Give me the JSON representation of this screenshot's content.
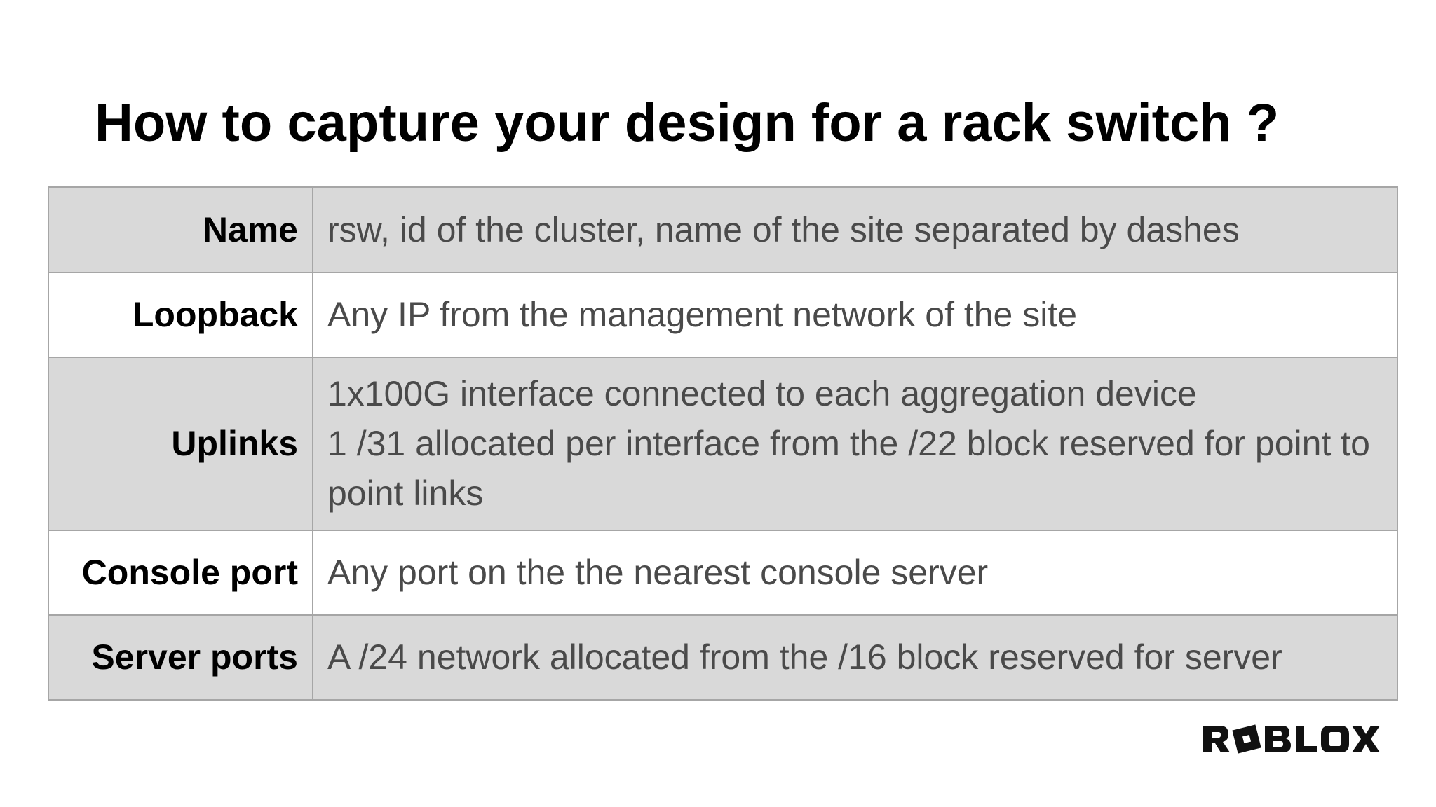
{
  "slide": {
    "title": "How to capture your design for a rack switch ?"
  },
  "colors": {
    "shaded_row": "#d9d9d9",
    "plain_row": "#ffffff",
    "border": "#a6a6a6",
    "label_text": "#000000",
    "value_text": "#4a4a4a"
  },
  "table": {
    "rows": [
      {
        "label": "Name",
        "lines": [
          "rsw, id of the cluster, name of the site separated by dashes"
        ],
        "shaded": true
      },
      {
        "label": "Loopback",
        "lines": [
          "Any IP from the management network of the site"
        ],
        "shaded": false
      },
      {
        "label": "Uplinks",
        "lines": [
          "1x100G interface connected to each aggregation device",
          "1 /31 allocated per interface from the /22 block reserved for point to point links"
        ],
        "shaded": true
      },
      {
        "label": "Console port",
        "lines": [
          "Any port on the the nearest console server"
        ],
        "shaded": false
      },
      {
        "label": "Server ports",
        "lines": [
          "A /24 network allocated from the /16 block reserved for server"
        ],
        "shaded": true
      }
    ]
  },
  "brand": {
    "logo_text": "ROBLOX",
    "logo_icon": "roblox-logo"
  }
}
